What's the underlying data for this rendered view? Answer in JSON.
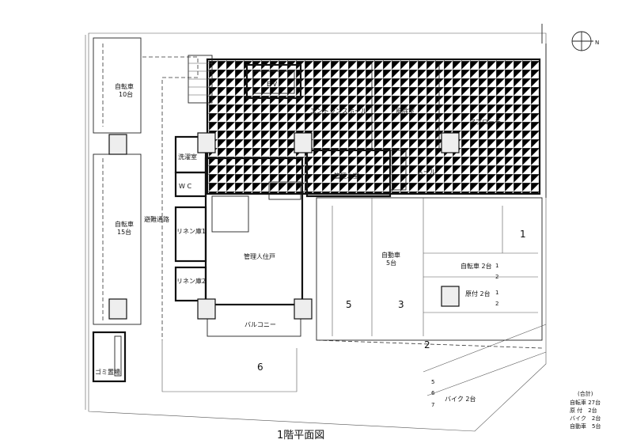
{
  "title": "1階平面図",
  "compass": "N",
  "rooms": {
    "bicycle_10": [
      "自転車",
      "10台"
    ],
    "bicycle_15": [
      "自転車",
      "15台"
    ],
    "ev": "E V",
    "entrance_hall": "エントランスホール",
    "windbreak": "風除室",
    "approach": "アプローチ",
    "laundry": "洗濯室",
    "wc": "W C",
    "evacuation": "避難通路",
    "manager_room": "管理人室",
    "mail": "メール",
    "linen1": "リネン庫1",
    "linen2": "リネン庫2",
    "manager_residence": "管理人住戸",
    "balcony": "バルコニー",
    "garbage": "ゴミ置場",
    "car": [
      "自動車",
      "5台"
    ],
    "bicycle_2": "自転車 2台",
    "moped": "原付 2台",
    "bike": "バイク 2台"
  },
  "space_numbers": {
    "car": [
      "1",
      "2",
      "3",
      "5",
      "6"
    ],
    "small": [
      "1",
      "2",
      "1",
      "2",
      "5",
      "7",
      "6"
    ]
  },
  "summary": {
    "header": "(合計)",
    "lines": [
      "自転車 27台",
      "原 付　2台",
      "バイク　2台",
      "自動車　5台"
    ]
  }
}
